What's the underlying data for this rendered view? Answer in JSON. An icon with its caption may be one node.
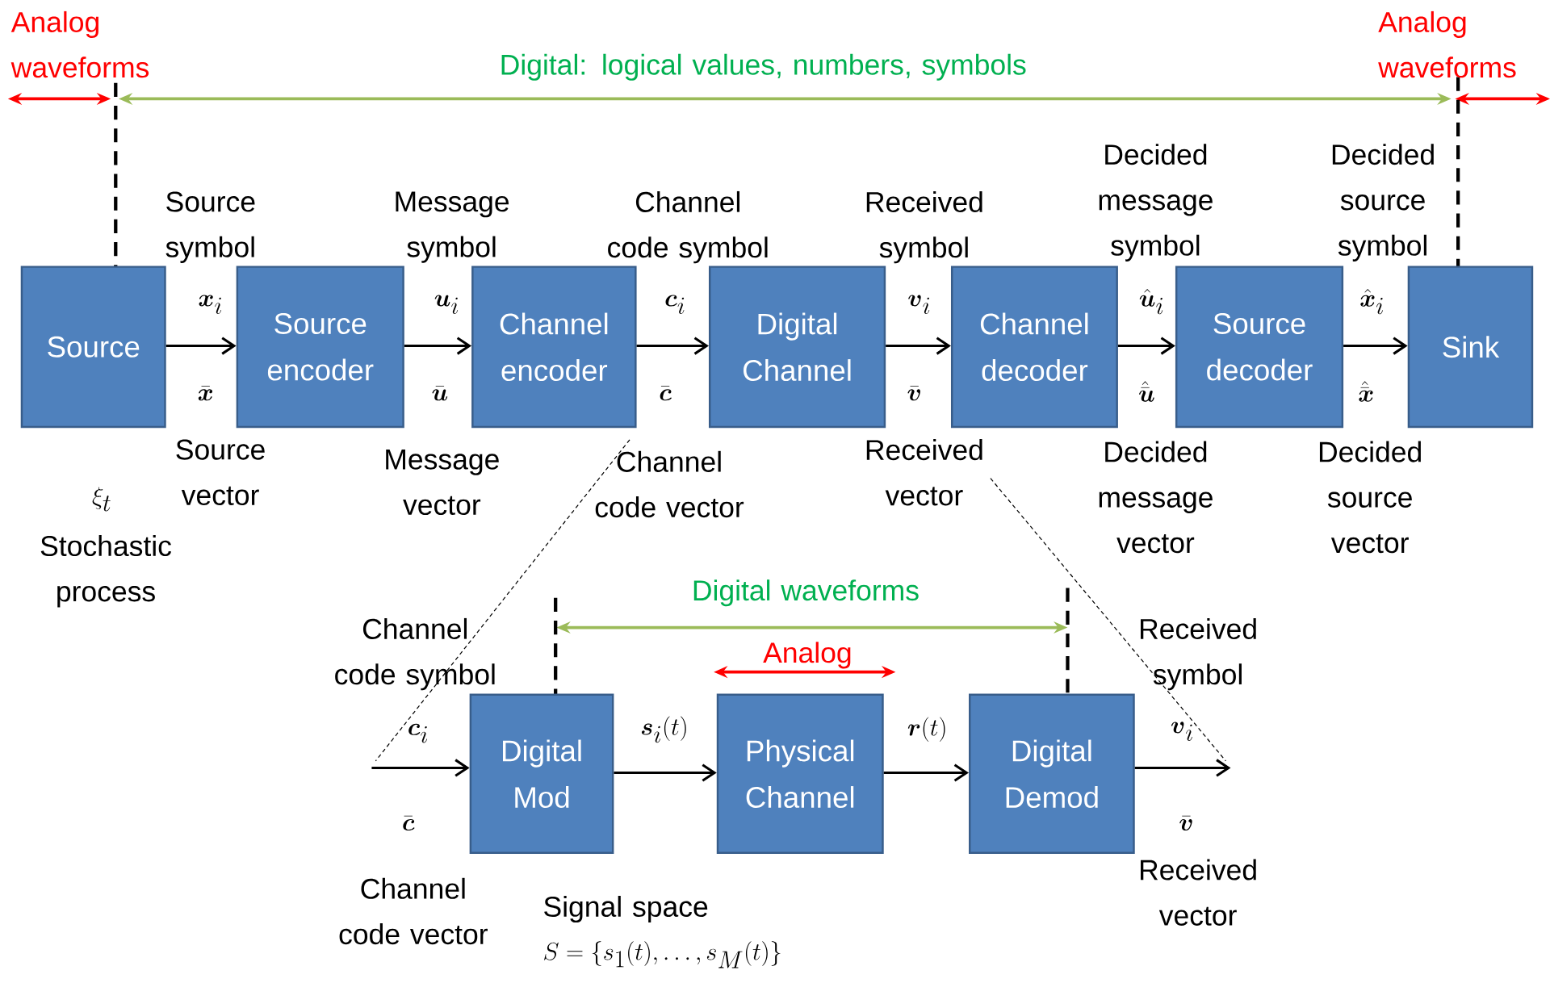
{
  "diagram": {
    "nodes": [
      {
        "text": [
          "Source"
        ]
      },
      {
        "text": [
          "Source encoder"
        ]
      },
      {
        "text": [
          "Channel encoder"
        ]
      },
      {
        "text": [
          "Digital Channel"
        ]
      },
      {
        "text": [
          "Channel decoder"
        ]
      },
      {
        "text": [
          "Source decoder"
        ]
      },
      {
        "text": [
          "Sink"
        ]
      },
      {
        "text": [
          "Digital Mod"
        ]
      },
      {
        "text": [
          "Physical Channel"
        ]
      },
      {
        "text": [
          "Digital Demod"
        ]
      }
    ],
    "edges": [
      {
        "from": 0,
        "to": 1,
        "arrow": "to"
      },
      {
        "from": 1,
        "to": 2,
        "arrow": "to"
      },
      {
        "from": 2,
        "to": 3,
        "arrow": "to"
      },
      {
        "from": 3,
        "to": 4,
        "arrow": "to"
      },
      {
        "from": 4,
        "to": 5,
        "arrow": "to"
      },
      {
        "from": 5,
        "to": 6,
        "arrow": "to"
      },
      {
        "from": null,
        "to": 7,
        "arrow": "to"
      },
      {
        "from": 7,
        "to": 8,
        "arrow": "to"
      },
      {
        "from": 8,
        "to": 9,
        "arrow": "to"
      },
      {
        "from": 9,
        "to": null,
        "arrow": "to"
      }
    ],
    "labels": [
      "Analog waveforms",
      "Digital: logical values, numbers, symbols",
      "Analog waveforms",
      "Source symbol",
      "Message symbol",
      "Channel code symbol",
      "Received symbol",
      "Decided message symbol",
      "Decided source symbol",
      "\\boldsymbol{x}_i",
      "\\boldsymbol{u}_i",
      "\\boldsymbol{c}_i",
      "\\boldsymbol{v}_i",
      "\\hat{\\boldsymbol{u}}_i",
      "\\hat{\\boldsymbol{x}}_i",
      "\\bar{\\boldsymbol{x}}",
      "\\bar{\\boldsymbol{u}}",
      "\\bar{\\boldsymbol{c}}",
      "\\bar{\\boldsymbol{v}}",
      "\\hat{\\bar{\\boldsymbol{u}}}",
      "\\hat{\\bar{\\boldsymbol{x}}}",
      "Source vector",
      "Message vector",
      "Channel code vector",
      "Received vector",
      "Decided message vector",
      "Decided source vector",
      "\\xi_t",
      "Stochastic process",
      "Digital waveforms",
      "Channel code symbol",
      "Received symbol",
      "Analog",
      "\\boldsymbol{c}_i",
      "\\boldsymbol{s}_i(t)",
      "\\boldsymbol{r}(t)",
      "\\boldsymbol{v}_i",
      "\\bar{\\boldsymbol{c}}",
      "\\bar{\\boldsymbol{v}}",
      "Channel code vector",
      "Signal space",
      "S=\\{s_1(t),\\ldots,s_M(t)\\}",
      "Received vector"
    ]
  }
}
